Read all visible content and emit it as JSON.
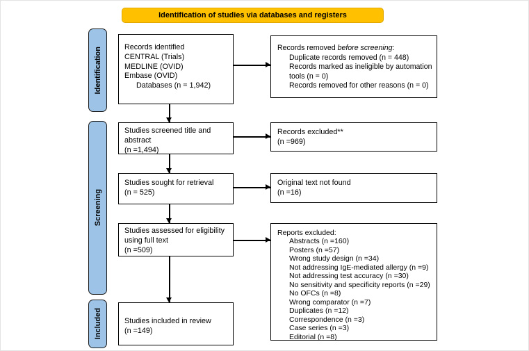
{
  "banner": {
    "label": "Identification of studies via databases and registers"
  },
  "stages": {
    "identification": "Identification",
    "screening": "Screening",
    "included": "Included"
  },
  "left_column": {
    "records_identified": {
      "title": "Records identified",
      "sources": [
        "CENTRAL (Trials)",
        "MEDLINE (OVID)",
        "Embase (OVID)"
      ],
      "databases_line": "Databases (n = 1,942)"
    },
    "screened": {
      "lines": [
        "Studies screened title and",
        "abstract",
        "(n =1,494)"
      ]
    },
    "retrieval": {
      "lines": [
        "Studies sought for retrieval",
        "(n = 525)"
      ]
    },
    "eligibility": {
      "lines": [
        "Studies assessed for eligibility",
        "using full text",
        "(n =509)"
      ]
    },
    "included": {
      "lines": [
        "Studies included in review",
        "(n =149)"
      ]
    }
  },
  "right_column": {
    "records_removed": {
      "title_prefix": "Records removed ",
      "title_italic": "before screening",
      "title_suffix": ":",
      "items": [
        "Duplicate records removed (n = 448)",
        "Records marked as ineligible by automation tools (n = 0)",
        "Records removed for other reasons (n = 0)"
      ]
    },
    "records_excluded": {
      "lines": [
        "Records excluded**",
        "(n =969)"
      ]
    },
    "not_found": {
      "lines": [
        "Original text not found",
        "(n =16)"
      ]
    },
    "reports_excluded": {
      "title": "Reports excluded:",
      "items": [
        "Abstracts (n =160)",
        "Posters (n =57)",
        "Wrong study design (n =34)",
        "Not addressing IgE-mediated allergy (n =9)",
        "Not addressing test accuracy (n =30)",
        "No sensitivity and specificity reports (n =29)",
        "No OFCs (n =8)",
        "Wrong comparator (n =7)",
        "Duplicates (n =12)",
        "Correspondence (n =3)",
        "Case series (n =3)",
        "Editorial (n =8)"
      ]
    }
  },
  "colors": {
    "banner_bg": "#FFC000",
    "stage_bg": "#9DC3E6",
    "box_border": "#000000",
    "text": "#000000"
  }
}
